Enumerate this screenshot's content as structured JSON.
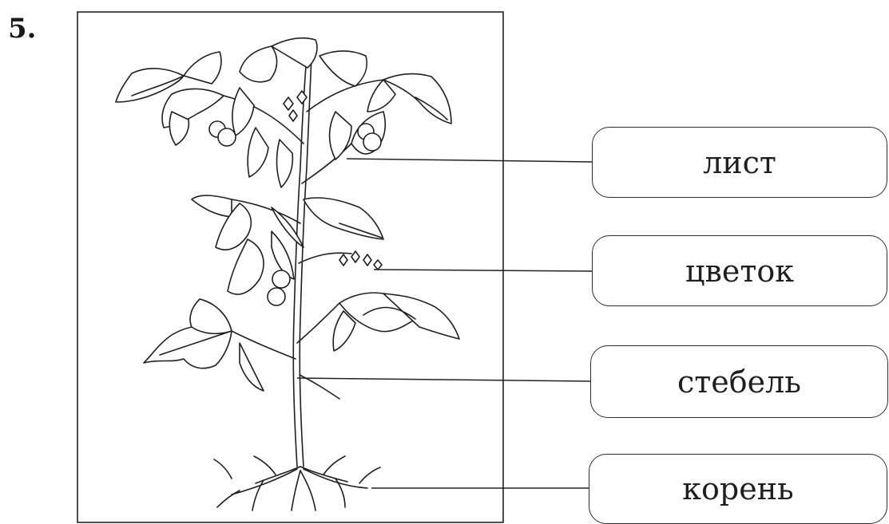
{
  "task": {
    "number": "5."
  },
  "labels": [
    {
      "id": "leaf",
      "text": "лист"
    },
    {
      "id": "flower",
      "text": "цветок"
    },
    {
      "id": "stem",
      "text": "стебель"
    },
    {
      "id": "root",
      "text": "корень"
    }
  ]
}
